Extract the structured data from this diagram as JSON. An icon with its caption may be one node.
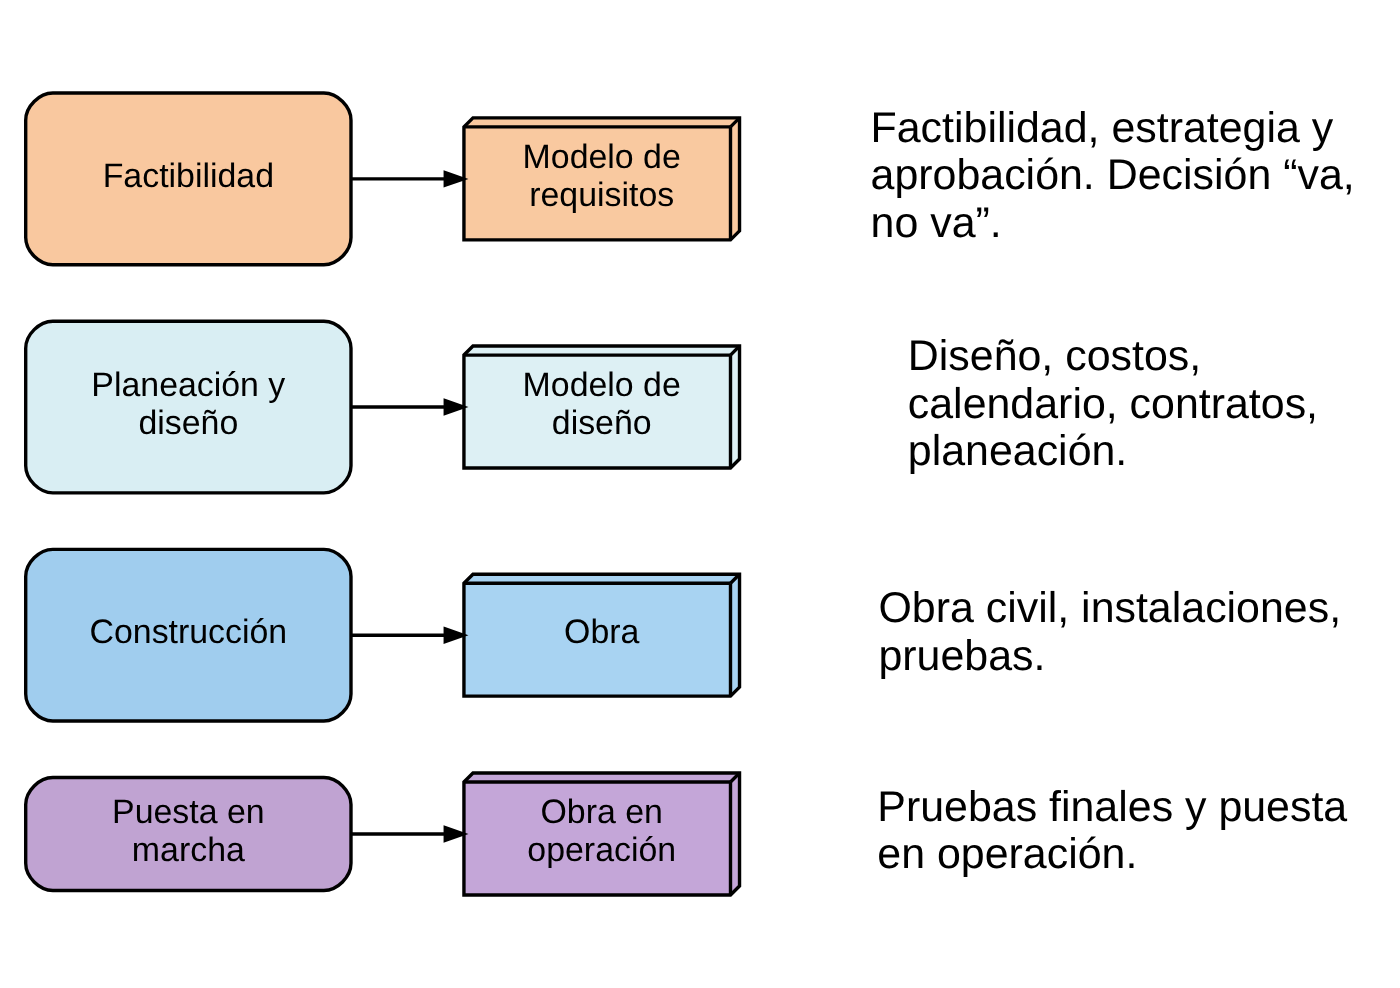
{
  "diagram": {
    "nodes": [
      {
        "text": [
          "Factibilidad"
        ]
      },
      {
        "text": [
          "Modelo de requisitos"
        ]
      },
      {
        "text": [
          "Planeación y diseño"
        ]
      },
      {
        "text": [
          "Modelo de diseño"
        ]
      },
      {
        "text": [
          "Construcción"
        ]
      },
      {
        "text": [
          "Obra"
        ]
      },
      {
        "text": [
          "Puesta en marcha"
        ]
      },
      {
        "text": [
          "Obra en operación"
        ]
      }
    ],
    "edges": [
      {
        "from": 0,
        "to": 1,
        "arrow": "to"
      },
      {
        "from": 2,
        "to": 3,
        "arrow": "to"
      },
      {
        "from": 4,
        "to": 5,
        "arrow": "to"
      },
      {
        "from": 6,
        "to": 7,
        "arrow": "to"
      }
    ],
    "labels": [
      "Factibilidad, estrategia y aprobación. Decisión “va, no va”.",
      "Diseño, costos, calendario, contratos, planeación.",
      "Obra civil, instalaciones, pruebas.",
      "Pruebas finales y puesta en operación."
    ]
  }
}
